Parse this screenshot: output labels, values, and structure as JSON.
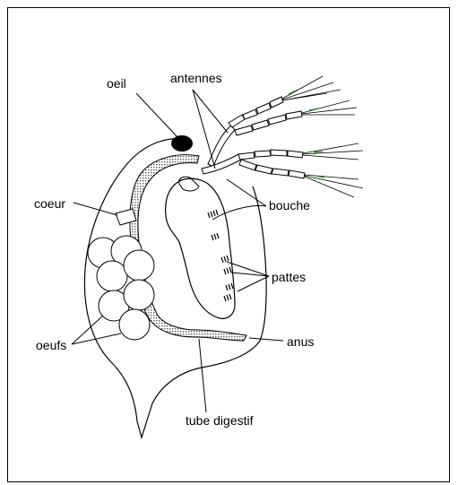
{
  "labels": {
    "eye": "oeil",
    "antennae": "antennes",
    "heart": "coeur",
    "mouth": "bouche",
    "legs": "pattes",
    "eggs": "oeufs",
    "anus": "anus",
    "digestive_tube": "tube digestif"
  },
  "colors": {
    "stroke": "#000000",
    "gut_fill": "#9a9a9a",
    "antenna_accent": "#2e7d32"
  }
}
